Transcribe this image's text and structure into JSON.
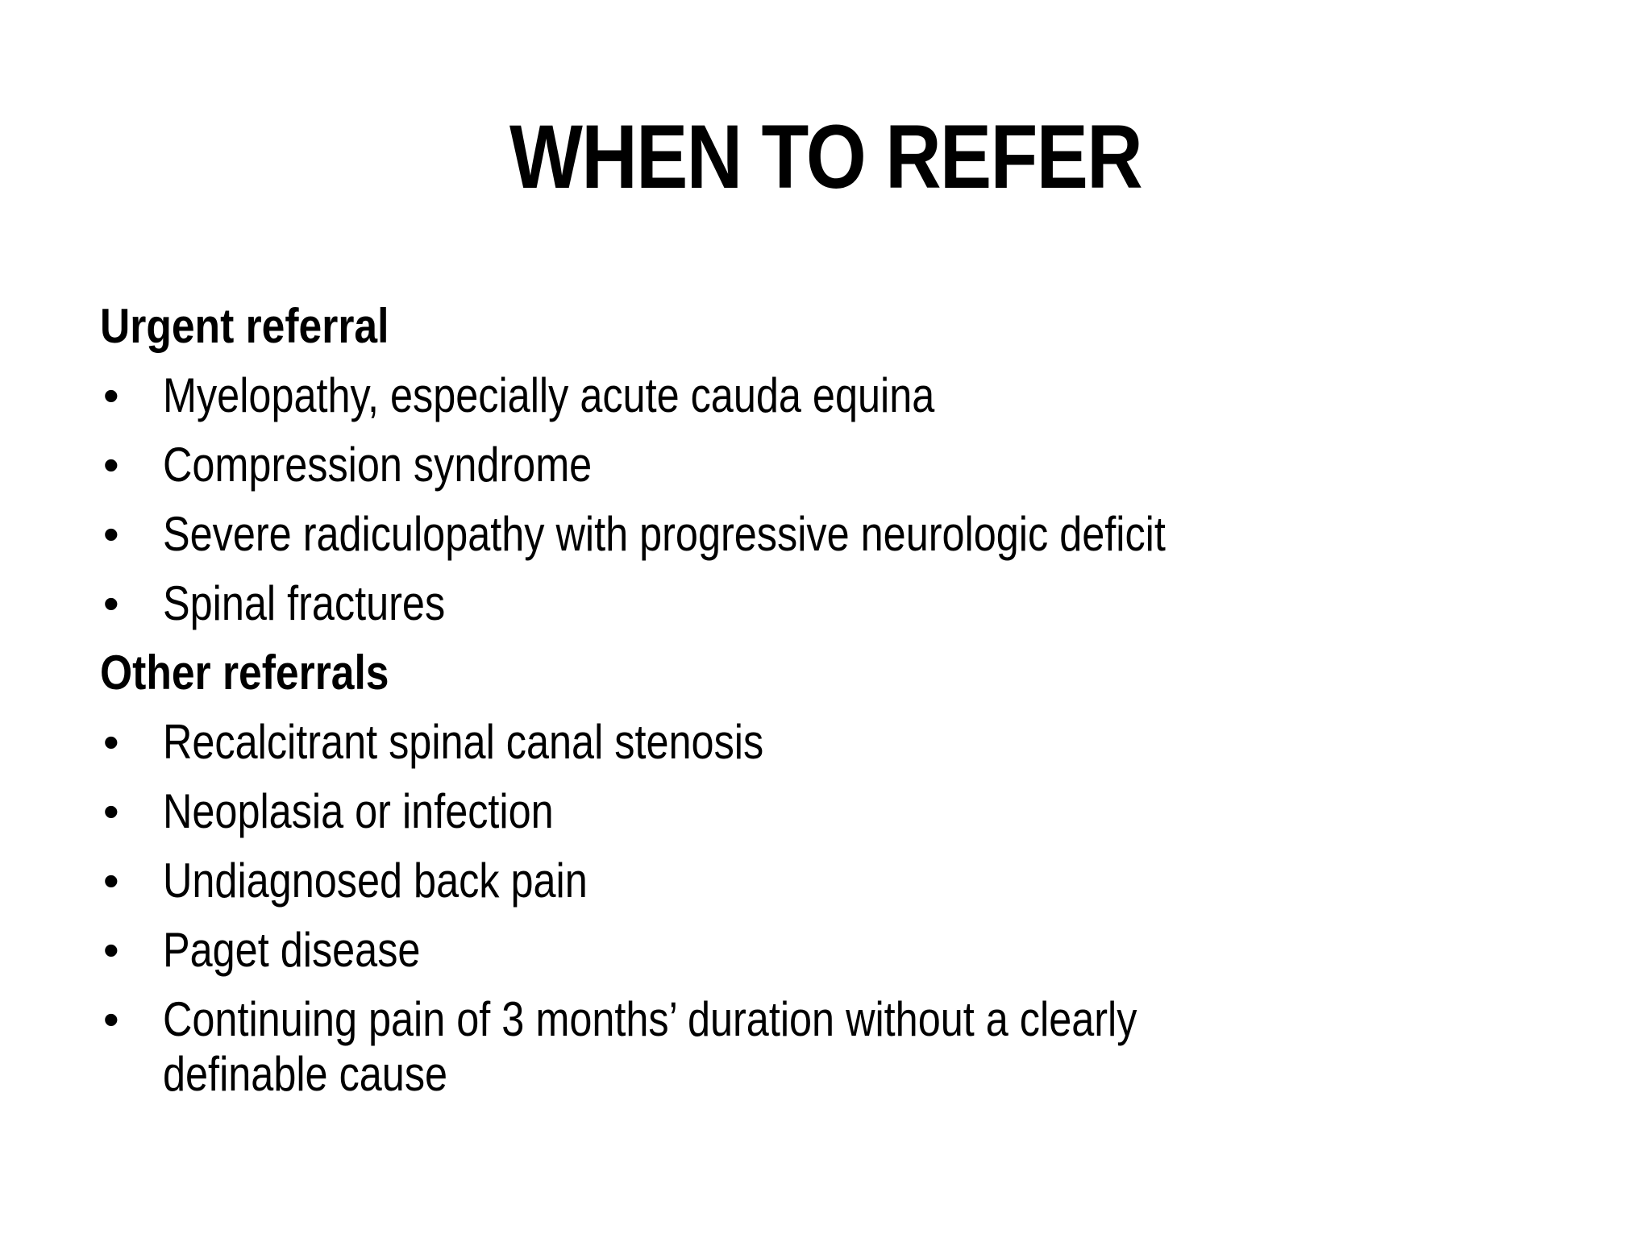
{
  "slide": {
    "title": "WHEN TO REFER",
    "sections": [
      {
        "heading": "Urgent referral",
        "items": [
          "Myelopathy, especially acute cauda equina",
          "Compression syndrome",
          "Severe radiculopathy with progressive neurologic deficit",
          "Spinal fractures"
        ]
      },
      {
        "heading": "Other referrals",
        "items": [
          "Recalcitrant spinal canal stenosis",
          "Neoplasia or infection",
          "Undiagnosed back pain",
          "Paget disease",
          "Continuing pain of 3 months’ duration without a clearly definable cause"
        ]
      }
    ],
    "bullet_glyph": "•",
    "colors": {
      "background": "#ffffff",
      "text": "#000000"
    }
  }
}
